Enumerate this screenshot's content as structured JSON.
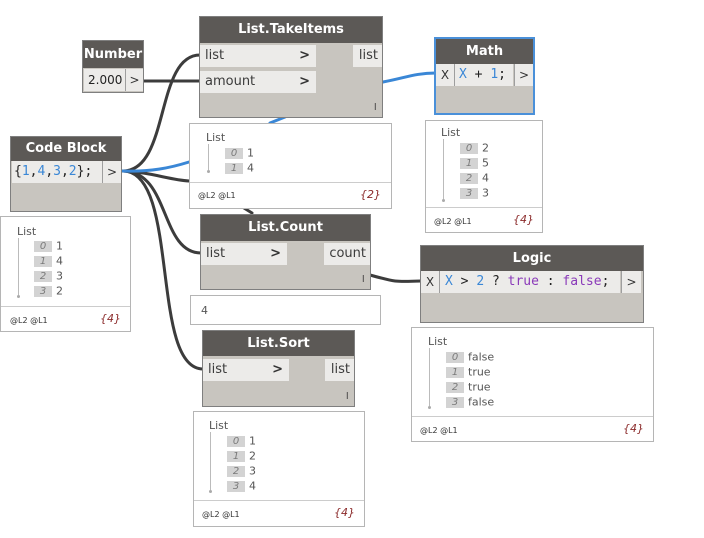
{
  "nodes": {
    "number": {
      "title": "Number",
      "value": "2.000",
      "out_arrow": ">"
    },
    "code_block": {
      "title": "Code Block",
      "code_open": "{",
      "c1": "1",
      "c2": "4",
      "c3": "3",
      "c4": "2",
      "comma": ",",
      "code_close": "};",
      "out_arrow": ">"
    },
    "take_items": {
      "title": "List.TakeItems",
      "in_list": "list",
      "in_amount": "amount",
      "out_list": "list",
      "lacing": "l"
    },
    "math": {
      "title": "Math",
      "in_x": "X",
      "expr_x": "X",
      "expr_op": " + ",
      "expr_num": "1",
      "expr_end": ";",
      "out_arrow": ">"
    },
    "count": {
      "title": "List.Count",
      "in_list": "list",
      "out_count": "count",
      "lacing": "l"
    },
    "logic": {
      "title": "Logic",
      "in_x": "X",
      "e_x": "X",
      "e_gt": " > ",
      "e_two": "2",
      "e_q": " ? ",
      "e_true": "true",
      "e_colon": " : ",
      "e_false": "false",
      "e_end": ";",
      "out_arrow": ">"
    },
    "sort": {
      "title": "List.Sort",
      "in_list": "list",
      "out_list": "list",
      "lacing": "l"
    }
  },
  "chevron": ">",
  "previews": {
    "take_items": {
      "head": "List",
      "items": [
        [
          "0",
          "1"
        ],
        [
          "1",
          "4"
        ]
      ],
      "levels": "@L2 @L1",
      "count": "{2}"
    },
    "math": {
      "head": "List",
      "items": [
        [
          "0",
          "2"
        ],
        [
          "1",
          "5"
        ],
        [
          "2",
          "4"
        ],
        [
          "3",
          "3"
        ]
      ],
      "levels": "@L2 @L1",
      "count": "{4}"
    },
    "code_block": {
      "head": "List",
      "items": [
        [
          "0",
          "1"
        ],
        [
          "1",
          "4"
        ],
        [
          "2",
          "3"
        ],
        [
          "3",
          "2"
        ]
      ],
      "levels": "@L2 @L1",
      "count": "{4}"
    },
    "count": {
      "value": "4"
    },
    "logic": {
      "head": "List",
      "items": [
        [
          "0",
          "false"
        ],
        [
          "1",
          "true"
        ],
        [
          "2",
          "true"
        ],
        [
          "3",
          "false"
        ]
      ],
      "levels": "@L2 @L1",
      "count": "{4}"
    },
    "sort": {
      "head": "List",
      "items": [
        [
          "0",
          "1"
        ],
        [
          "1",
          "2"
        ],
        [
          "2",
          "3"
        ],
        [
          "3",
          "4"
        ]
      ],
      "levels": "@L2 @L1",
      "count": "{4}"
    }
  },
  "colors": {
    "wire_dark": "#3c3c3c",
    "wire_selected": "#3a87d6",
    "node_title": "#5c5956",
    "node_body": "#c8c5bf"
  }
}
